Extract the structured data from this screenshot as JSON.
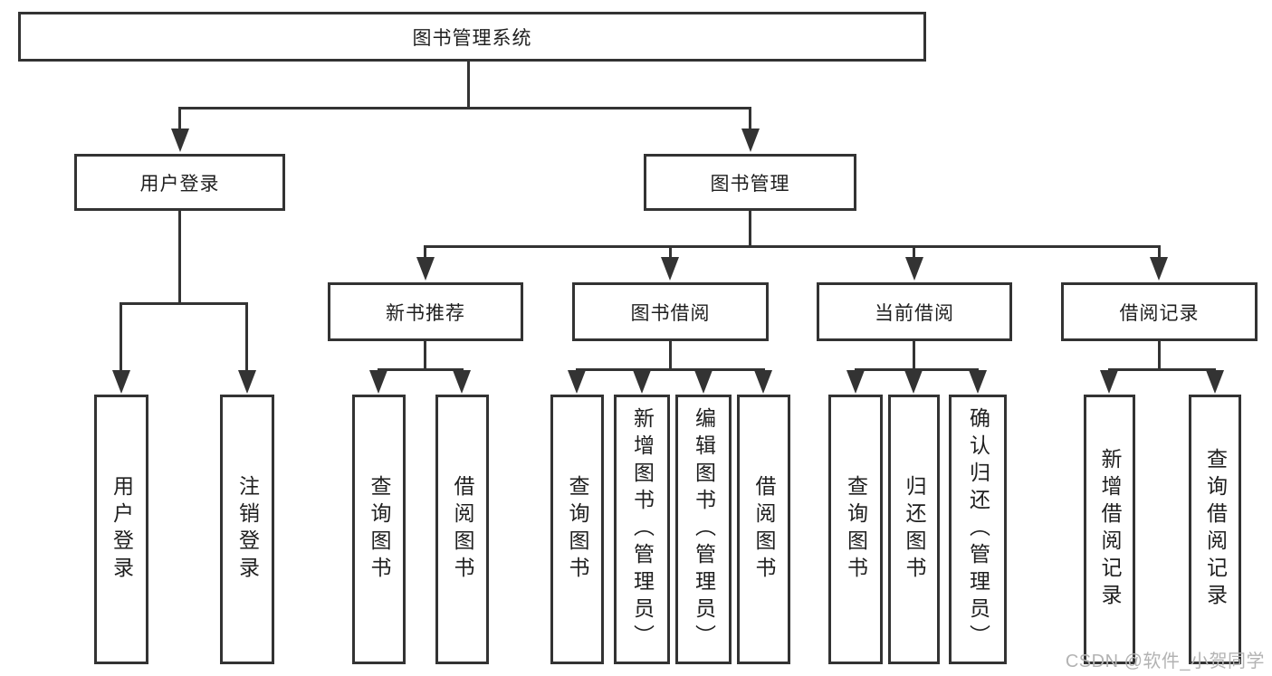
{
  "diagram": {
    "root": {
      "label": "图书管理系统"
    },
    "branches": [
      {
        "label": "用户登录",
        "children": [
          {
            "label": "用户登录"
          },
          {
            "label": "注销登录"
          }
        ]
      },
      {
        "label": "图书管理",
        "children": [
          {
            "label": "新书推荐",
            "children": [
              {
                "label": "查询图书"
              },
              {
                "label": "借阅图书"
              }
            ]
          },
          {
            "label": "图书借阅",
            "children": [
              {
                "label": "查询图书"
              },
              {
                "label": "新增图书（管理员）"
              },
              {
                "label": "编辑图书（管理员）"
              },
              {
                "label": "借阅图书"
              }
            ]
          },
          {
            "label": "当前借阅",
            "children": [
              {
                "label": "查询图书"
              },
              {
                "label": "归还图书"
              },
              {
                "label": "确认归还（管理员）"
              }
            ]
          },
          {
            "label": "借阅记录",
            "children": [
              {
                "label": "新增借阅记录"
              },
              {
                "label": "查询借阅记录"
              }
            ]
          }
        ]
      }
    ]
  },
  "watermark": {
    "text": "CSDN @软件_小贺同学"
  },
  "colors": {
    "line": "#333333",
    "box_bg": "#ffffff",
    "text": "#1f1f1f",
    "watermark": "#b3b3b3"
  }
}
